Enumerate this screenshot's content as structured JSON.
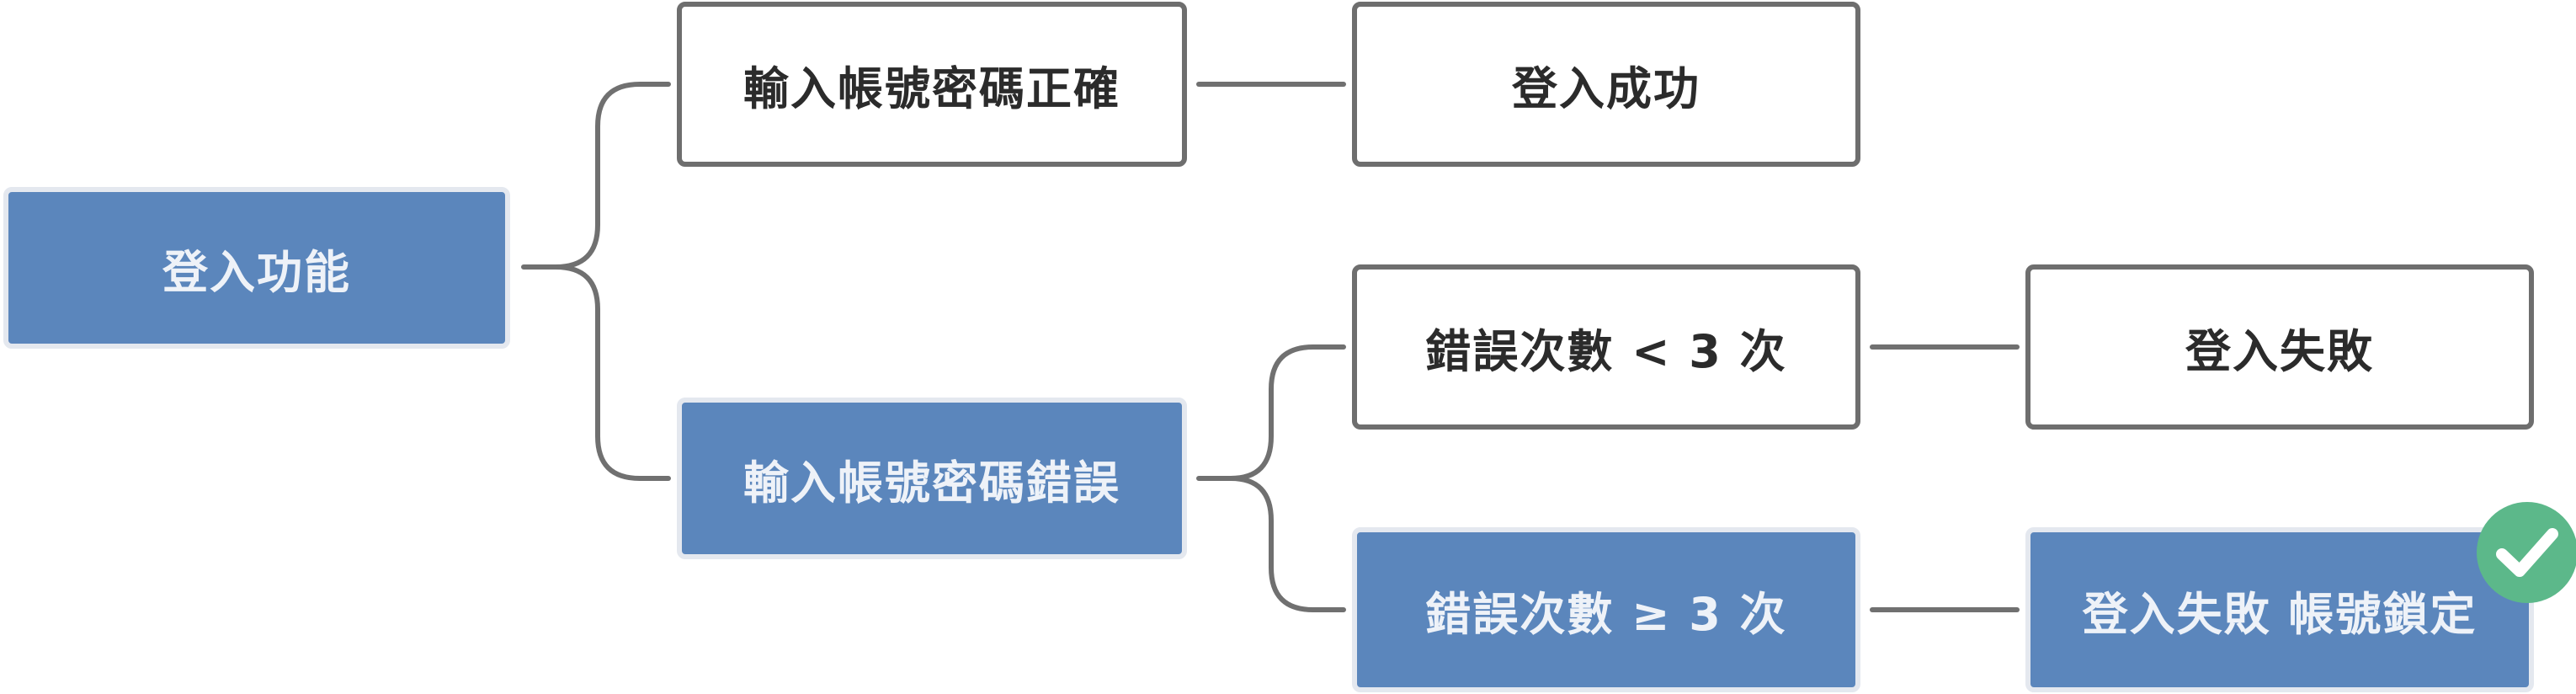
{
  "diagram": {
    "root": {
      "label": "登入功能"
    },
    "branch_success": {
      "label": "輸入帳號密碼正確"
    },
    "result_success": {
      "label": "登入成功"
    },
    "branch_error": {
      "label": "輸入帳號密碼錯誤"
    },
    "error_under_three": {
      "label": "錯誤次數 < 3 次"
    },
    "result_fail": {
      "label": "登入失敗"
    },
    "error_three_or_more": {
      "label": "錯誤次數 ≥ 3 次"
    },
    "result_locked": {
      "label": "登入失敗 帳號鎖定"
    }
  },
  "colors": {
    "filled_node": "#5b86bc",
    "outline_border": "#6e6e6e",
    "connector": "#707070",
    "check_badge": "#5cb88a"
  },
  "icons": {
    "done_badge": "check-circle-icon"
  }
}
